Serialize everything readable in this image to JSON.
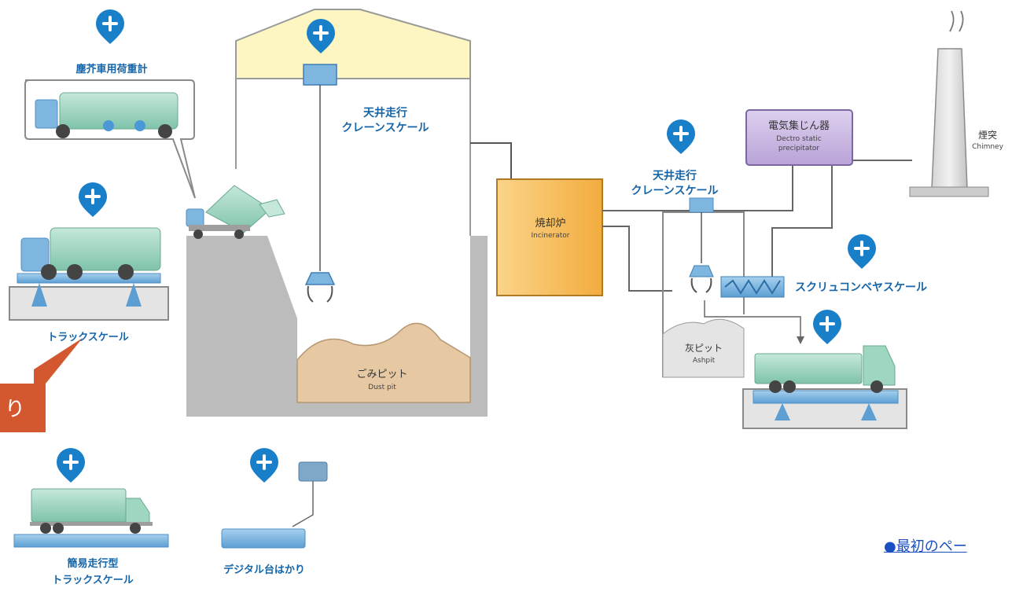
{
  "labels": {
    "vehicle_scale": "塵芥車用荷重計",
    "crane_scale_1_line1": "天井走行",
    "crane_scale_1_line2": "クレーンスケール",
    "crane_scale_2_line1": "天井走行",
    "crane_scale_2_line2": "クレーンスケール",
    "truck_scale": "トラックスケール",
    "screw_conveyor_scale": "スクリュコンベヤスケール",
    "portable_truck_scale_line1": "簡易走行型",
    "portable_truck_scale_line2": "トラックスケール",
    "digital_platform_scale": "デジタル台はかり",
    "dust_pit_jp": "ごみピット",
    "dust_pit_en": "Dust pit",
    "incinerator_jp": "焼却炉",
    "incinerator_en": "Incinerator",
    "precipitator_jp": "電気集じん器",
    "precipitator_en_line1": "Dectro static",
    "precipitator_en_line2": "precipitator",
    "chimney_jp": "煙突",
    "chimney_en": "Chimney",
    "ash_pit_jp": "灰ピット",
    "ash_pit_en": "Ashpit"
  },
  "callout_text": "り",
  "link_text": "●最初のペー",
  "colors": {
    "pin_blue": "#1a7fc9",
    "label_blue": "#1565a8",
    "callout_red": "#d4582f",
    "building_gray": "#bcbcbc",
    "roof_yellow": "#fdf6c2",
    "incinerator_orange": "#f7be5e",
    "precipitator_purple": "#cdbbe3",
    "truck_green": "#9fd6c0",
    "scale_blue": "#7fb6e0",
    "pit_brown": "#e6c9a2"
  },
  "icons": [
    "plus-pin-icon",
    "garbage-truck-icon",
    "dump-truck-icon",
    "crane-bucket-icon",
    "platform-scale-icon"
  ]
}
